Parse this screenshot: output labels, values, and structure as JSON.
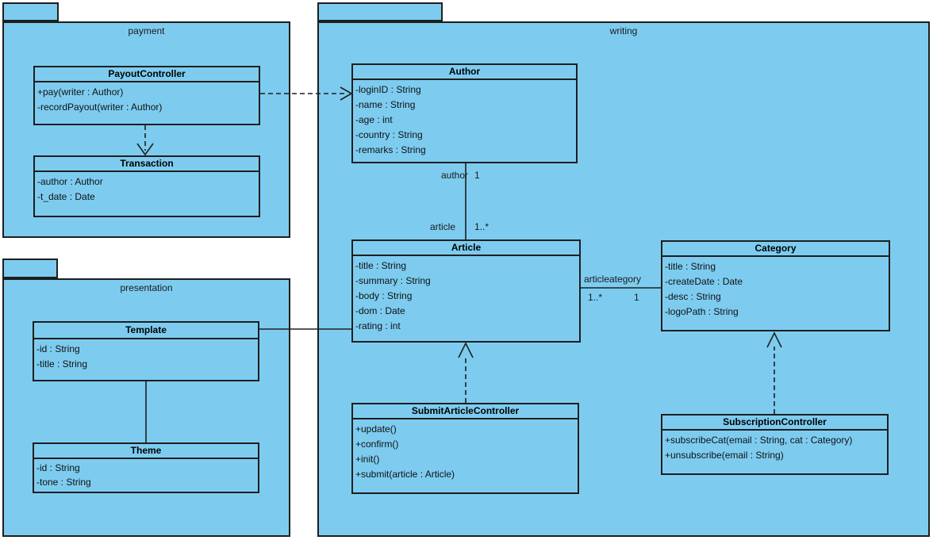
{
  "diagram": {
    "type": "uml-class-diagram",
    "colors": {
      "shape_fill": "#7dccf0",
      "shape_border": "#1e1e1e",
      "canvas_bg": "#ffffff",
      "text": "#000000"
    },
    "packages": {
      "payment": {
        "label": "payment"
      },
      "writing": {
        "label": "writing"
      },
      "presentation": {
        "label": "presentation"
      }
    },
    "classes": {
      "payout_controller": {
        "name": "PayoutController",
        "members": [
          "+pay(writer : Author)",
          "-recordPayout(writer : Author)"
        ]
      },
      "transaction": {
        "name": "Transaction",
        "members": [
          "-author : Author",
          "-t_date : Date"
        ]
      },
      "author": {
        "name": "Author",
        "members": [
          "-loginID : String",
          "-name : String",
          "-age : int",
          "-country : String",
          "-remarks : String"
        ]
      },
      "article": {
        "name": "Article",
        "members": [
          "-title : String",
          "-summary : String",
          "-body : String",
          "-dom : Date",
          "-rating : int"
        ]
      },
      "category": {
        "name": "Category",
        "members": [
          "-title : String",
          "-createDate : Date",
          "-desc : String",
          "-logoPath : String"
        ]
      },
      "submit_article_controller": {
        "name": "SubmitArticleController",
        "members": [
          "+update()",
          "+confirm()",
          "+init()",
          "+submit(article : Article)"
        ]
      },
      "subscription_controller": {
        "name": "SubscriptionController",
        "members": [
          "+subscribeCat(email : String, cat : Category)",
          "+unsubscribe(email : String)"
        ]
      },
      "template": {
        "name": "Template",
        "members": [
          "-id : String",
          "-title : String"
        ]
      },
      "theme": {
        "name": "Theme",
        "members": [
          "-id : String",
          "-tone : String"
        ]
      }
    },
    "associations": {
      "author_article": {
        "role_author": "author",
        "mult_author": "1",
        "role_article": "article",
        "mult_article": "1..*"
      },
      "article_category": {
        "label": "articleategory",
        "mult_article": "1..*",
        "mult_category": "1"
      }
    }
  }
}
